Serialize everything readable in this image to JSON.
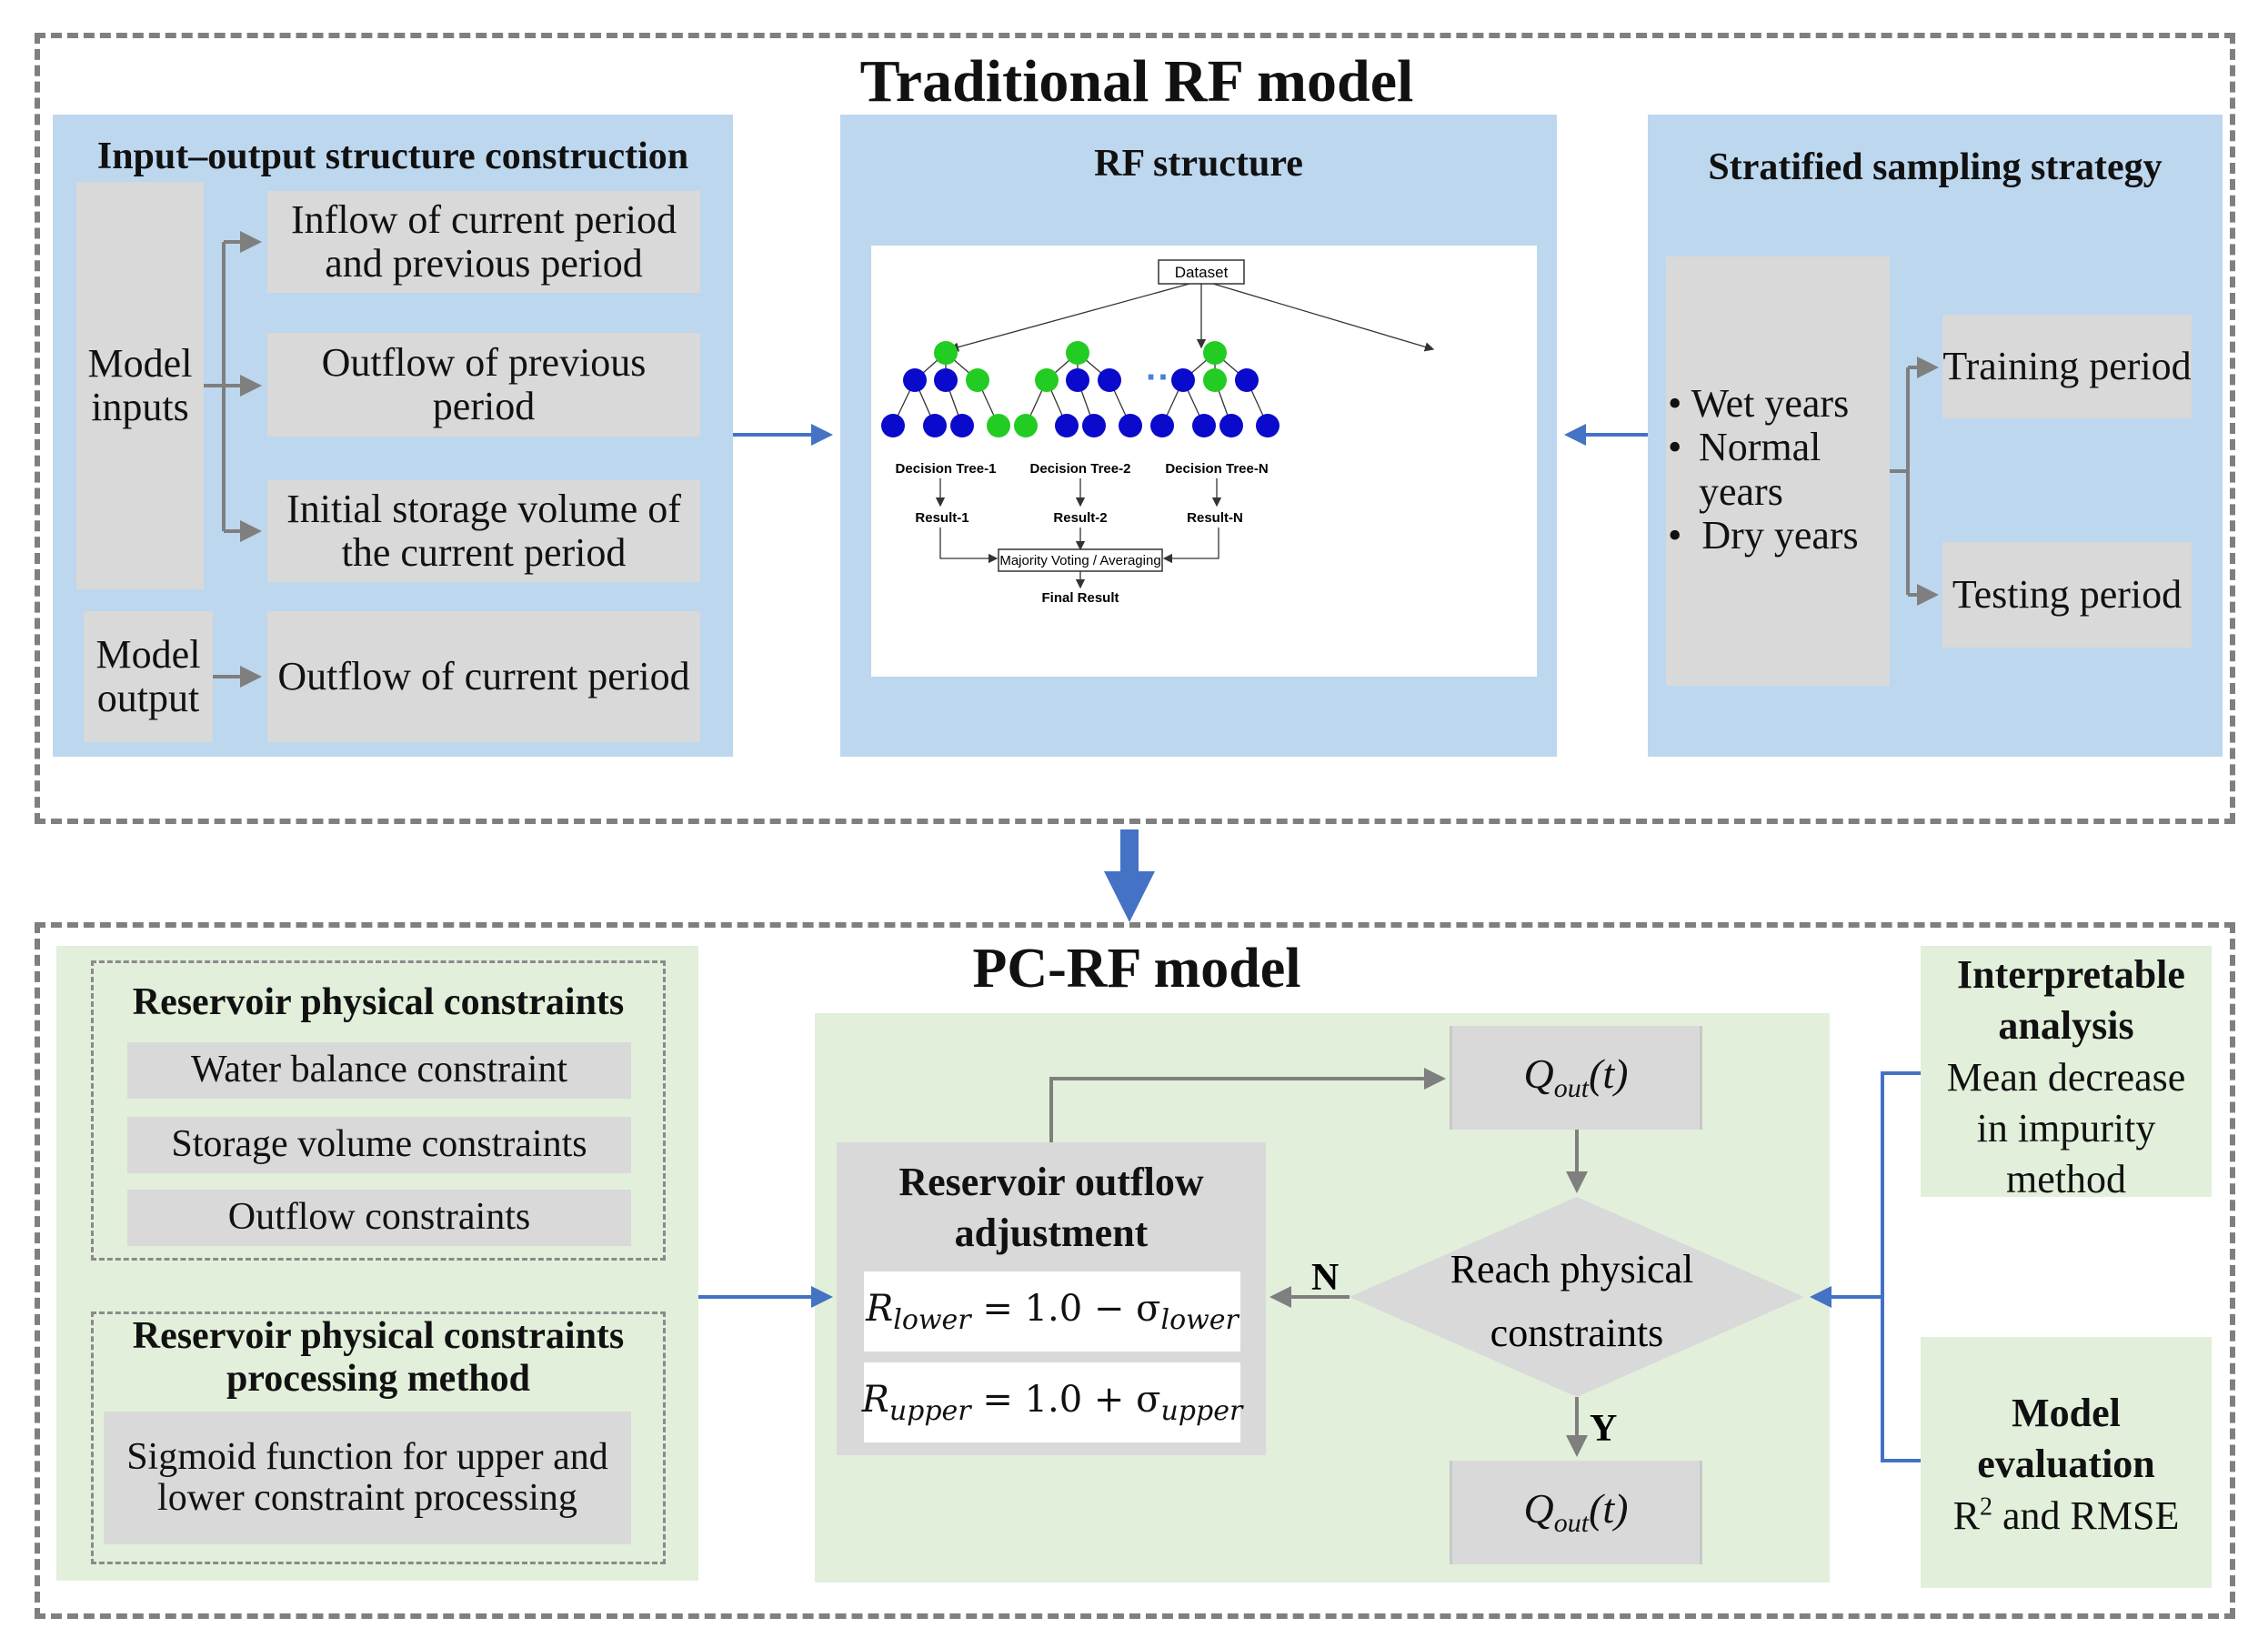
{
  "top": {
    "title": "Traditional RF model",
    "io": {
      "title": "Input–output structure construction",
      "model_inputs": "Model inputs",
      "model_output": "Model output",
      "inflow": "Inflow of current period and previous period",
      "outflow_prev": "Outflow of previous period",
      "initial_storage": "Initial storage volume of the current period",
      "outflow_current": "Outflow of current period"
    },
    "rf": {
      "title": "RF structure",
      "dataset": "Dataset",
      "ellipsis": "···",
      "trees": [
        "Decision Tree-1",
        "Decision Tree-2",
        "Decision Tree-N"
      ],
      "results": [
        "Result-1",
        "Result-2",
        "Result-N"
      ],
      "voting": "Majority Voting / Averaging",
      "final": "Final Result"
    },
    "sampling": {
      "title": "Stratified sampling strategy",
      "years": [
        "Wet years",
        "Normal years",
        "Dry years"
      ],
      "training": "Training period",
      "testing": "Testing period"
    }
  },
  "bottom": {
    "title": "PC-RF model",
    "constraints": {
      "title": "Reservoir physical constraints",
      "items": [
        "Water balance constraint",
        "Storage volume constraints",
        "Outflow constraints"
      ],
      "processing_title": "Reservoir physical constraints processing method",
      "processing_text": "Sigmoid function for upper and lower constraint processing"
    },
    "adjustment": {
      "title": "Reservoir outflow adjustment",
      "r_lower_lhs": "R",
      "r_lower_sub": "lower",
      "r_lower_rhs": " = 1.0 − σ",
      "r_lower_rhs_sub": "lower",
      "r_upper_lhs": "R",
      "r_upper_sub": "upper",
      "r_upper_rhs": " = 1.0 + σ",
      "r_upper_rhs_sub": "upper"
    },
    "q_top": {
      "q": "Q",
      "sub": "out",
      "t": "(t)"
    },
    "q_bottom": {
      "q": "Q",
      "sub": "out",
      "t": "(t)"
    },
    "decision": "Reach physical constraints",
    "label_n": "N",
    "label_y": "Y",
    "interpretable": {
      "title": "Interpretable analysis",
      "text": "Mean decrease in impurity method"
    },
    "evaluation": {
      "title": "Model evaluation",
      "r": "R",
      "sup": "2",
      "text": " and RMSE"
    }
  },
  "colors": {
    "blue_panel": "#bdd7ee",
    "green_panel": "#e2efda",
    "grey_box": "#d9d9d9",
    "arrow_blue": "#4472c4",
    "arrow_grey": "#7f7f7f",
    "node_green": "#22cc22",
    "node_blue": "#0a0acc"
  }
}
